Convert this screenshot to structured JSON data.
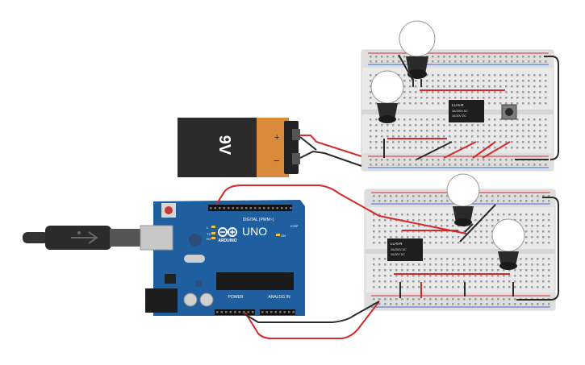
{
  "battery": {
    "voltage_label": "9V",
    "plus": "+",
    "minus": "−"
  },
  "arduino": {
    "brand": "ARDUINO",
    "model": "UNO",
    "digital_label": "DIGITAL (PWM~)",
    "power_label": "POWER",
    "analog_label": "ANALOG IN",
    "icsp_label": "ICSP",
    "led_labels": [
      "L",
      "TX",
      "RX"
    ],
    "on_label": "ON",
    "body_color": "#1f5f9f"
  },
  "relays": [
    {
      "title": "LU-5-R",
      "line1": "3A/250V AC",
      "line2": "3A/30V DC"
    },
    {
      "title": "LU-5-R",
      "line1": "3A/250V AC",
      "line2": "3A/30V DC"
    }
  ],
  "colors": {
    "wire_red": "#d42a2a",
    "wire_black": "#2b2b2b",
    "breadboard": "#ebebeb",
    "battery_orange": "#d98a3a"
  }
}
